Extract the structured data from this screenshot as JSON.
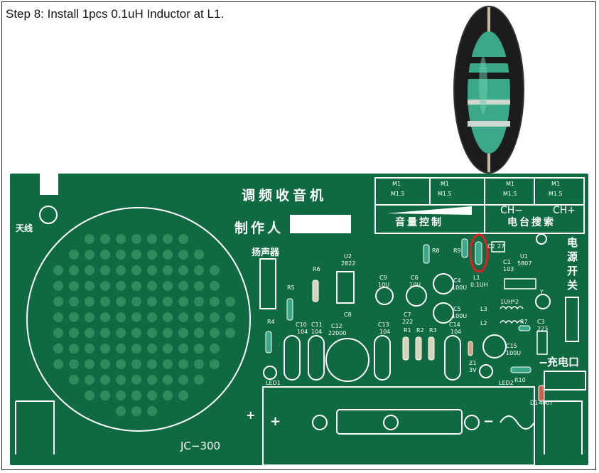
{
  "instruction": "Step 8: Install 1pcs 0.1uH Inductor at L1.",
  "board": {
    "title": "调频收音机",
    "maker_label": "制作人",
    "speaker_label": "扬声器",
    "antenna_label": "天线",
    "volume_label": "音量控制",
    "tuning_label": "电台搜索",
    "ch_minus": "CH−",
    "ch_plus": "CH+",
    "power_switch_label": [
      "电",
      "源",
      "开",
      "关"
    ],
    "charge_label": "充电口",
    "model": "JC−300",
    "plus_sign": "+",
    "minus_sign": "−",
    "switch_labels": [
      "M1",
      "M1.5"
    ],
    "components": {
      "u2": "U2",
      "u2_val": "2822",
      "r6": "R6",
      "r5": "R5",
      "r4": "R4",
      "r8": "R8",
      "r9": "R9",
      "r1": "R1",
      "r2": "R2",
      "r3": "R3",
      "r7": "R7",
      "r10": "R10",
      "c9": "C9",
      "c9_val": "10U",
      "c6": "C6",
      "c6_val": "10U",
      "c4": "C4",
      "c4_val": "100U",
      "c5": "C5",
      "c5_val": "100U",
      "c7": "C7",
      "c7_val": "222",
      "c8": "C8",
      "c10": "C10",
      "c10_val": "104",
      "c11": "C11",
      "c11_val": "104",
      "c12": "C12",
      "c12_val": "22000",
      "c13": "C13",
      "c13_val": "104",
      "c14": "C14",
      "c14_val": "104",
      "c15": "C15",
      "c15_val": "100U",
      "c3": "C3",
      "c3_val": "223",
      "c1": "C1",
      "c1_val": "103",
      "c2": "C2",
      "c2_val": "27",
      "l1": "L1",
      "l1_val": "0.1UH",
      "l2": "L2",
      "l3": "L3",
      "l3_val": "1UH*2",
      "u1": "U1",
      "u1_val": "5807",
      "z1": "Z1",
      "z1_val": "3V",
      "d1": "D1",
      "d1_val": "4007",
      "led1": "LED1",
      "led2": "LED2",
      "y": "Y"
    }
  },
  "colors": {
    "pcb": "#0f6a41",
    "silkscreen": "#ffffff",
    "highlight": "#e02020",
    "inductor": "#3aa889"
  }
}
